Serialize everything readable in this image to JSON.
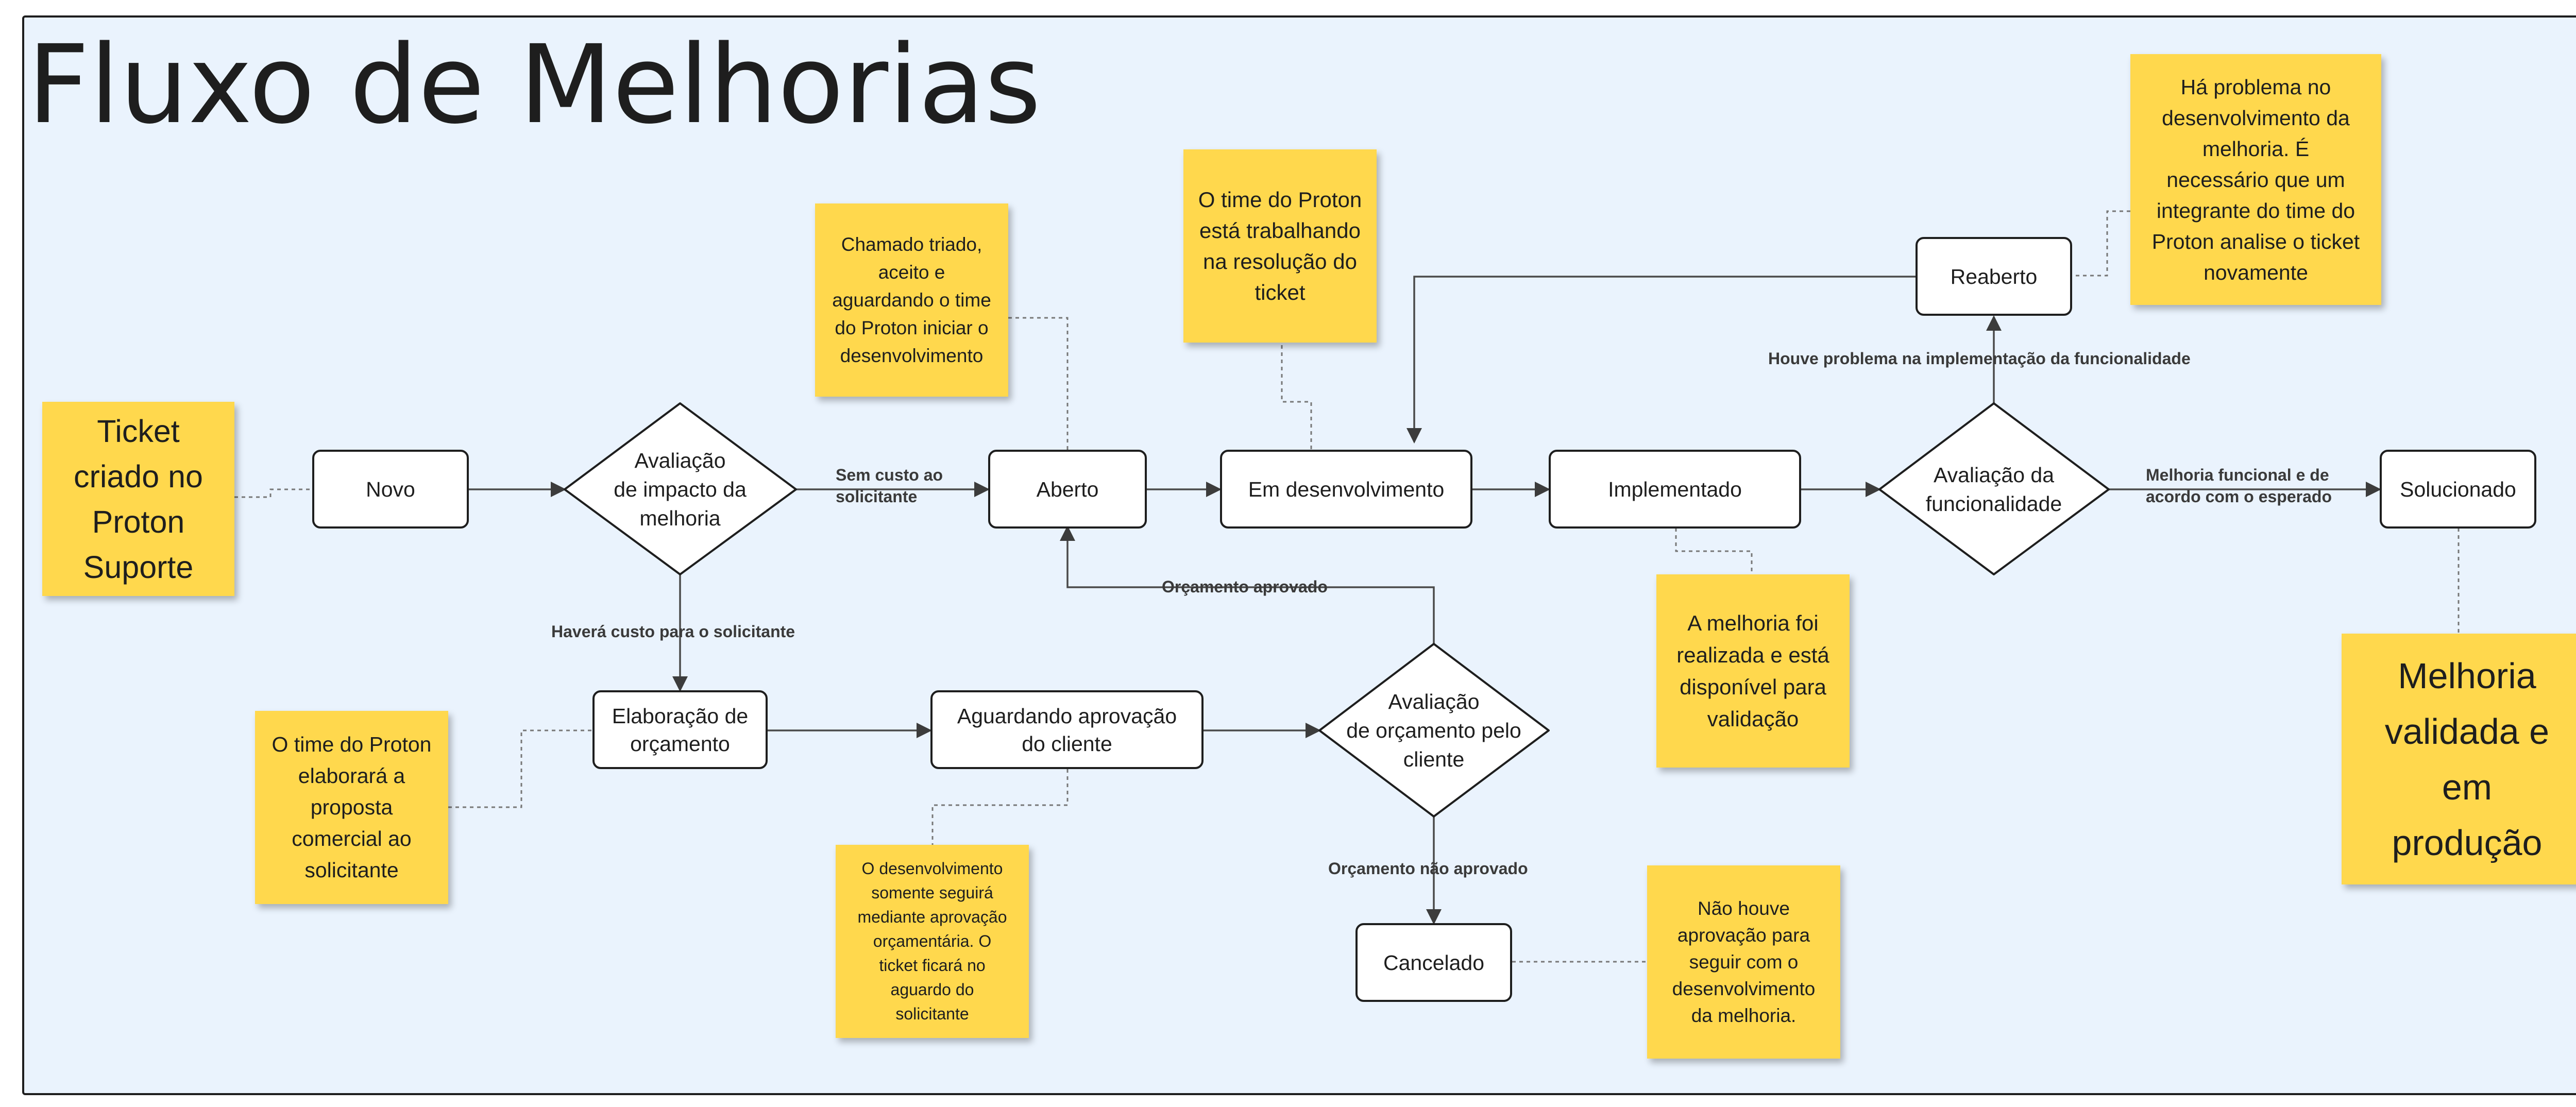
{
  "title": "Fluxo de Melhorias",
  "colors": {
    "canvas": "#eaf3fd",
    "sticky_note": "#ffd84d",
    "stroke": "#1e1e1e"
  },
  "nodes": {
    "novo": "Novo",
    "avaliacao_impacto": "Avaliação\nde impacto da\nmelhoria",
    "aberto": "Aberto",
    "em_desenvolvimento": "Em desenvolvimento",
    "implementado": "Implementado",
    "avaliacao_funcionalidade": "Avaliação da\nfuncionalidade",
    "solucionado": "Solucionado",
    "reaberto": "Reaberto",
    "elaboracao_orcamento": "Elaboração de\norçamento",
    "aguardando_aprovacao": "Aguardando aprovação\ndo cliente",
    "avaliacao_orcamento": "Avaliação\nde orçamento pelo\ncliente",
    "cancelado": "Cancelado"
  },
  "edge_labels": {
    "sem_custo": "Sem custo ao\nsolicitante",
    "havera_custo": "Haverá custo para o solicitante",
    "orcamento_aprovado": "Orçamento aprovado",
    "orcamento_nao_aprovado": "Orçamento não aprovado",
    "houve_problema": "Houve problema na implementação da funcionalidade",
    "melhoria_funcional": "Melhoria funcional e de\nacordo com o esperado"
  },
  "notes": {
    "ticket_criado": "Ticket\ncriado no\nProton\nSuporte",
    "chamado_triado": "Chamado triado,\naceito e\naguardando o time\ndo Proton iniciar o\ndesenvolvimento",
    "time_trabalhando": "O time do Proton\nestá trabalhando\nna resolução do\nticket",
    "ha_problema": "Há problema no\ndesenvolvimento da\nmelhoria. É\nnecessário que um\nintegrante do time do\nProton analise o ticket\nnovamente",
    "melhoria_realizada": "A melhoria foi\nrealizada e está\ndisponível para\nvalidação",
    "melhoria_validada": "Melhoria\nvalidada e\nem\nprodução",
    "time_elaborara": "O time do Proton\nelaborará a\nproposta\ncomercial ao\nsolicitante",
    "desenvolvimento_somente": "O desenvolvimento\nsomente seguirá\nmediante aprovação\norçamentária. O\nticket ficará no\naguardo do\nsolicitante",
    "nao_houve_aprovacao": "Não houve\naprovação para\nseguir com o\ndesenvolvimento\nda melhoria."
  }
}
